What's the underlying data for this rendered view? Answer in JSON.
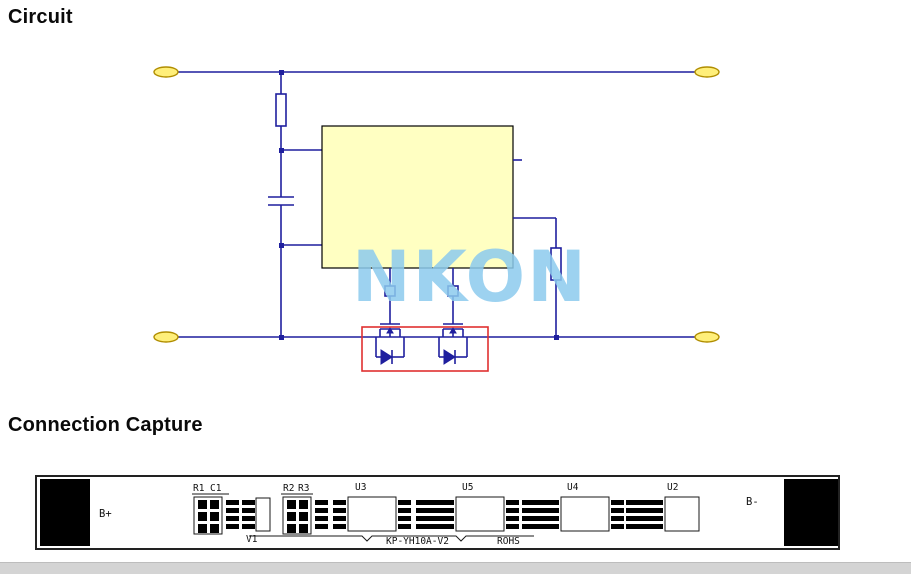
{
  "headings": {
    "circuit": "Circuit",
    "connection": "Connection Capture"
  },
  "watermark": {
    "text": "NKON"
  },
  "pcb": {
    "terminal_left": "B+",
    "terminal_right": "B-",
    "refs": {
      "r1": "R1",
      "c1": "C1",
      "r2": "R2",
      "r3": "R3",
      "u3": "U3",
      "u5": "U5",
      "u4": "U4",
      "u2": "U2",
      "v1": "V1"
    },
    "model": "KP-YH10A-V2",
    "cert": "ROHS"
  },
  "colors": {
    "wire": "#1f1f9e",
    "ic_fill": "#ffffc2",
    "terminal_fill": "#ffef7a",
    "terminal_border": "#b08d00",
    "highlight": "#e03030",
    "watermark": "#8ccbee",
    "silk": "#1a1a1a",
    "pad": "#000000"
  }
}
